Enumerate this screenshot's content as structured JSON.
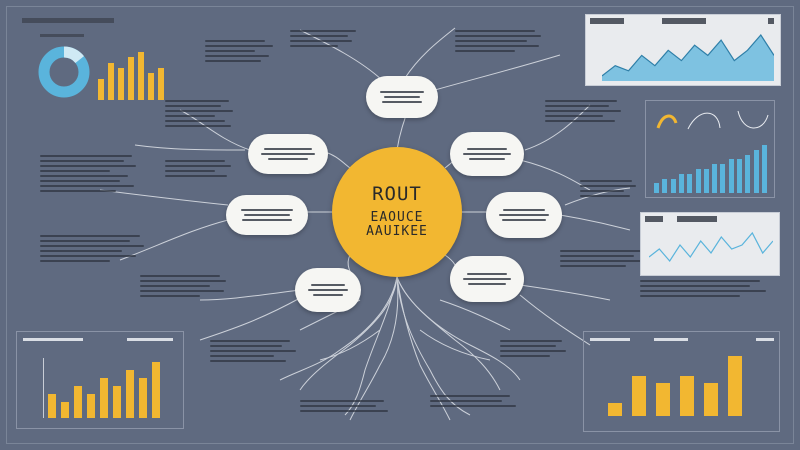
{
  "center_title": {
    "line1": "ROUT",
    "line2": "EAOUCE",
    "line3": "AAUIKEE"
  },
  "colors": {
    "background": "#5f6a80",
    "accent": "#f2b731",
    "node_fill": "#f6f6f3",
    "line_chart": "#5ab4dc"
  },
  "nodes": [
    {
      "id": "node-top"
    },
    {
      "id": "node-upper-left"
    },
    {
      "id": "node-left"
    },
    {
      "id": "node-lower-left"
    },
    {
      "id": "node-upper-right"
    },
    {
      "id": "node-right"
    },
    {
      "id": "node-lower-right"
    }
  ],
  "chart_data": [
    {
      "type": "bar",
      "panel": "top-left",
      "extra": "donut",
      "values": [
        4,
        7,
        6,
        8,
        9,
        5,
        6
      ]
    },
    {
      "type": "area",
      "panel": "top-right",
      "values": [
        1,
        3,
        2,
        5,
        3,
        6,
        4,
        7,
        5,
        8,
        4,
        6,
        9,
        5
      ]
    },
    {
      "type": "bar",
      "panel": "right-middle",
      "values": [
        2,
        3,
        3,
        4,
        4,
        5,
        5,
        6,
        6,
        7,
        7,
        8,
        9,
        10
      ]
    },
    {
      "type": "line",
      "panel": "right-small",
      "values": [
        3,
        5,
        2,
        6,
        3,
        7,
        4,
        8,
        5,
        6,
        9,
        4,
        7
      ]
    },
    {
      "type": "bar",
      "panel": "bottom-left",
      "values": [
        3,
        2,
        4,
        3,
        5,
        4,
        6,
        5,
        7
      ]
    },
    {
      "type": "bar",
      "panel": "bottom-right",
      "values": [
        2,
        6,
        5,
        6,
        5,
        9
      ]
    }
  ]
}
